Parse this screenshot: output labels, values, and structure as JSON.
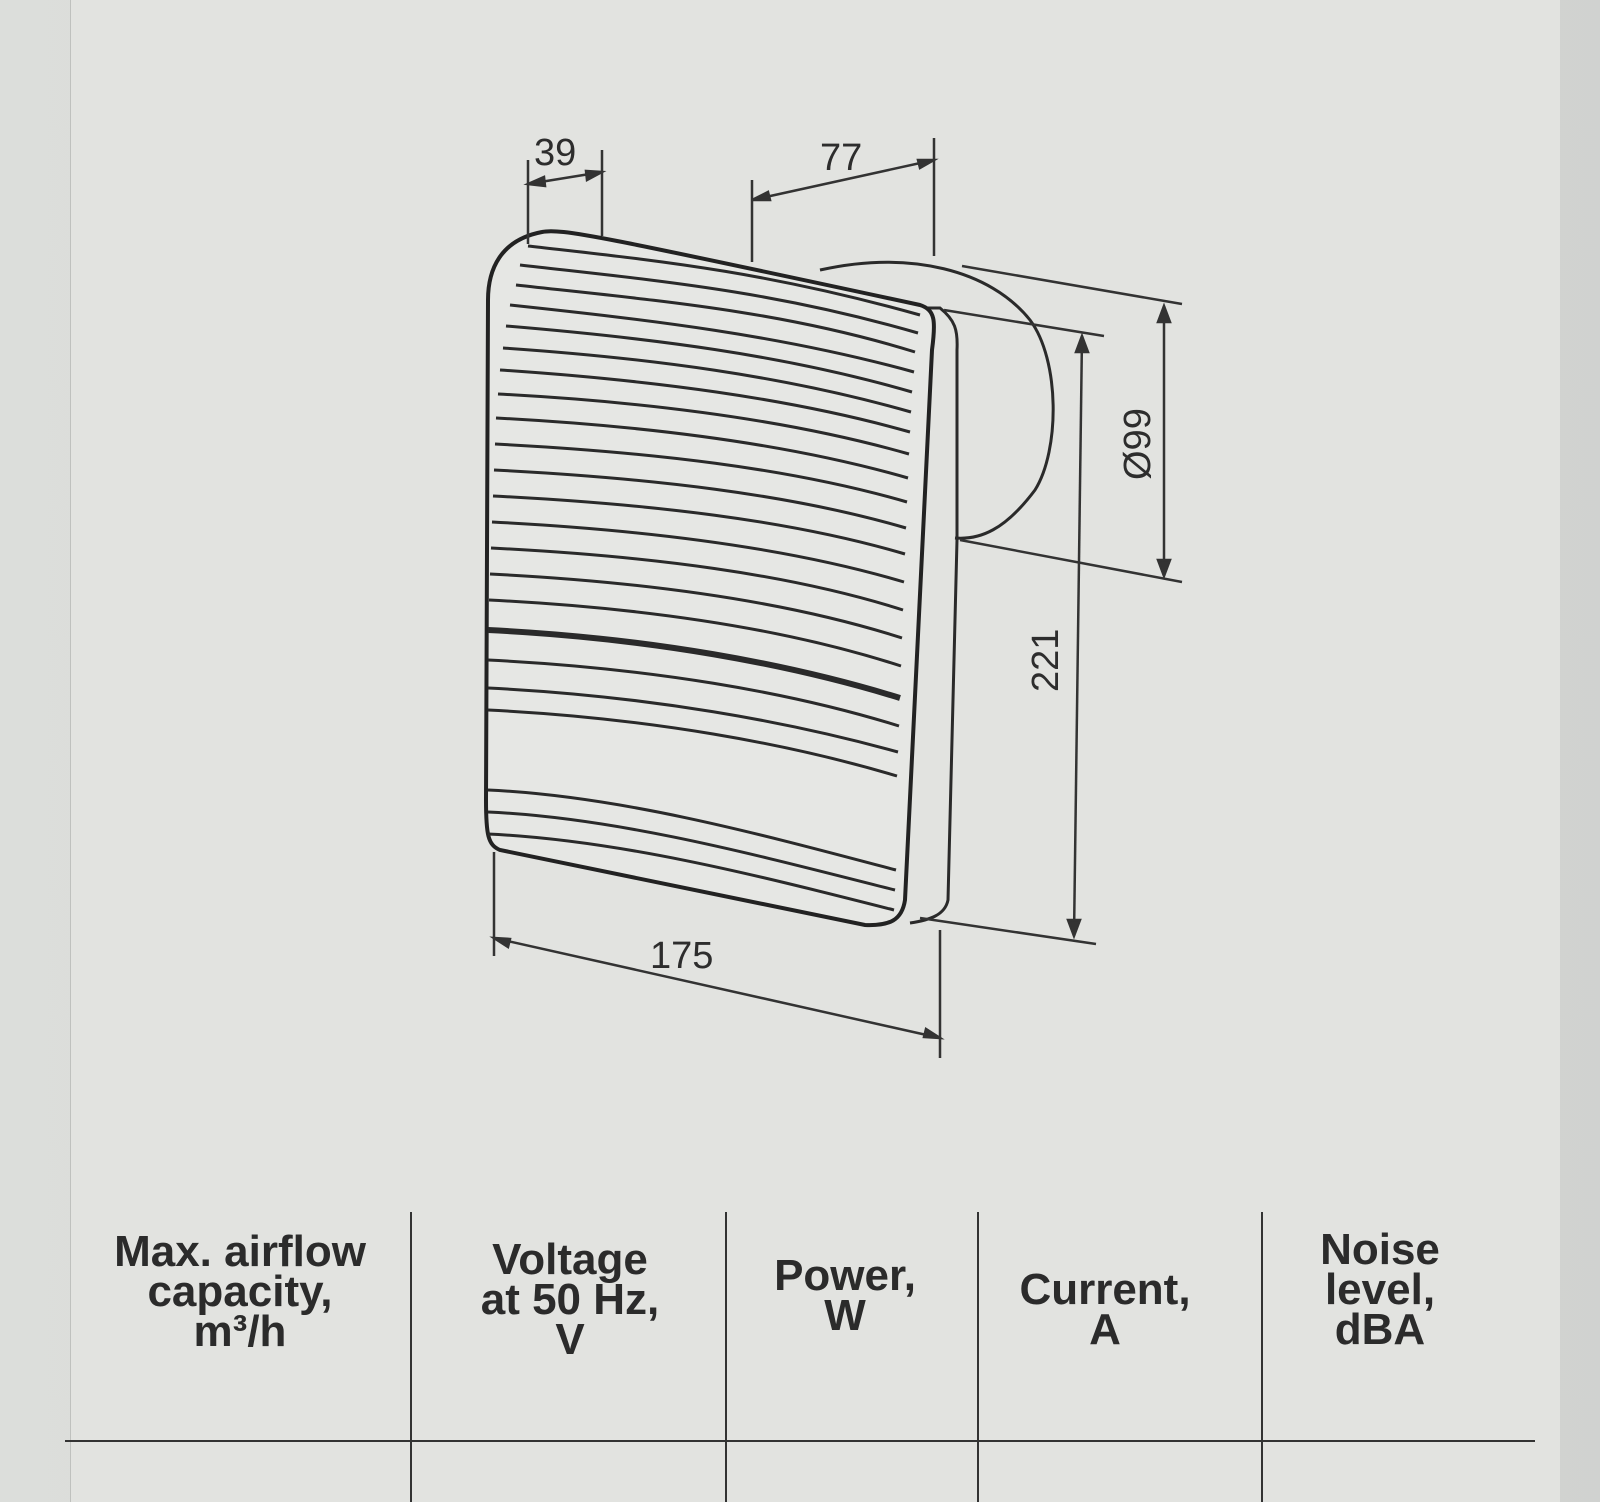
{
  "dimensions": {
    "top_left": "39",
    "top_right": "77",
    "diameter": "Ø99",
    "height": "221",
    "width": "175"
  },
  "table": {
    "headers": [
      "Max. airflow\ncapacity,\nm³/h",
      "Voltage\nat 50 Hz,\nV",
      "Power,\nW",
      "Current,\nA",
      "Noise\nlevel,\ndBA"
    ]
  }
}
